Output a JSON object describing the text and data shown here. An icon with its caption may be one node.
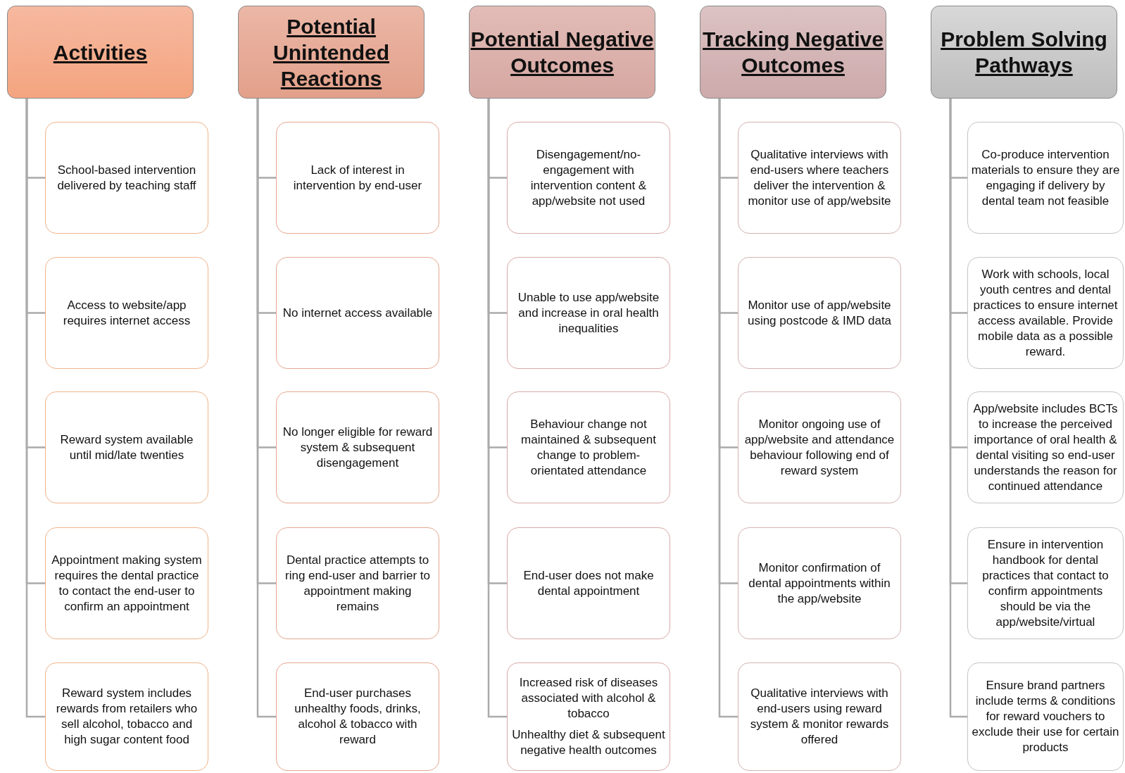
{
  "diagram": {
    "nodes": [
      {
        "text": [
          "Activities"
        ]
      },
      {
        "text": [
          "School-based intervention delivered by teaching staff"
        ]
      },
      {
        "text": [
          "Access to website/app requires internet access"
        ]
      },
      {
        "text": [
          "Reward system available until mid/late twenties"
        ]
      },
      {
        "text": [
          "Appointment making system requires the dental practice to contact the end-user to confirm an appointment"
        ]
      },
      {
        "text": [
          "Reward system includes rewards from retailers who sell alcohol, tobacco and high sugar content food"
        ]
      },
      {
        "text": [
          "Potential Unintended Reactions"
        ]
      },
      {
        "text": [
          "Lack of interest in intervention by end-user"
        ]
      },
      {
        "text": [
          "No internet access available"
        ]
      },
      {
        "text": [
          "No longer eligible for reward system & subsequent disengagement"
        ]
      },
      {
        "text": [
          "Dental practice attempts to ring end-user and barrier to appointment making remains"
        ]
      },
      {
        "text": [
          "End-user purchases unhealthy foods, drinks, alcohol & tobacco with reward"
        ]
      },
      {
        "text": [
          "Potential Negative Outcomes"
        ]
      },
      {
        "text": [
          "Disengagement/no-engagement with intervention content & app/website not used"
        ]
      },
      {
        "text": [
          "Unable to use app/website and increase in oral health inequalities"
        ]
      },
      {
        "text": [
          "Behaviour change not maintained & subsequent change to problem-orientated attendance"
        ]
      },
      {
        "text": [
          "End-user does not make dental appointment"
        ]
      },
      {
        "text": [
          "Increased risk of diseases associated with alcohol & tobacco",
          "Unhealthy diet & subsequent negative health outcomes"
        ]
      },
      {
        "text": [
          "Tracking Negative Outcomes"
        ]
      },
      {
        "text": [
          "Qualitative interviews with end-users where teachers deliver the intervention & monitor use of app/website"
        ]
      },
      {
        "text": [
          "Monitor use of app/website using postcode & IMD data"
        ]
      },
      {
        "text": [
          "Monitor ongoing use of app/website and attendance behaviour following end of reward system"
        ]
      },
      {
        "text": [
          "Monitor confirmation of dental appointments within the app/website"
        ]
      },
      {
        "text": [
          "Qualitative interviews with end-users using reward system & monitor rewards offered"
        ]
      },
      {
        "text": [
          "Problem Solving Pathways"
        ]
      },
      {
        "text": [
          "Co-produce intervention materials to ensure they are engaging if delivery by dental team not feasible"
        ]
      },
      {
        "text": [
          "Work with schools, local youth centres and dental practices to ensure internet access available. Provide mobile data as a possible reward."
        ]
      },
      {
        "text": [
          "App/website includes BCTs to increase the perceived importance of oral health & dental visiting so end-user understands the reason for continued attendance"
        ]
      },
      {
        "text": [
          "Ensure in intervention handbook for dental practices that contact to confirm appointments should be via the app/website/virtual"
        ]
      },
      {
        "text": [
          "Ensure brand partners include terms & conditions for reward vouchers to exclude their use for certain products"
        ]
      }
    ],
    "edges": [
      {
        "from": 0,
        "to": 1,
        "arrow": "none"
      },
      {
        "from": 0,
        "to": 2,
        "arrow": "none"
      },
      {
        "from": 0,
        "to": 3,
        "arrow": "none"
      },
      {
        "from": 0,
        "to": 4,
        "arrow": "none"
      },
      {
        "from": 0,
        "to": 5,
        "arrow": "none"
      },
      {
        "from": 6,
        "to": 7,
        "arrow": "none"
      },
      {
        "from": 6,
        "to": 8,
        "arrow": "none"
      },
      {
        "from": 6,
        "to": 9,
        "arrow": "none"
      },
      {
        "from": 6,
        "to": 10,
        "arrow": "none"
      },
      {
        "from": 6,
        "to": 11,
        "arrow": "none"
      },
      {
        "from": 12,
        "to": 13,
        "arrow": "none"
      },
      {
        "from": 12,
        "to": 14,
        "arrow": "none"
      },
      {
        "from": 12,
        "to": 15,
        "arrow": "none"
      },
      {
        "from": 12,
        "to": 16,
        "arrow": "none"
      },
      {
        "from": 12,
        "to": 17,
        "arrow": "none"
      },
      {
        "from": 18,
        "to": 19,
        "arrow": "none"
      },
      {
        "from": 18,
        "to": 20,
        "arrow": "none"
      },
      {
        "from": 18,
        "to": 21,
        "arrow": "none"
      },
      {
        "from": 18,
        "to": 22,
        "arrow": "none"
      },
      {
        "from": 18,
        "to": 23,
        "arrow": "none"
      },
      {
        "from": 24,
        "to": 25,
        "arrow": "none"
      },
      {
        "from": 24,
        "to": 26,
        "arrow": "none"
      },
      {
        "from": 24,
        "to": 27,
        "arrow": "none"
      },
      {
        "from": 24,
        "to": 28,
        "arrow": "none"
      },
      {
        "from": 24,
        "to": 29,
        "arrow": "none"
      }
    ]
  }
}
